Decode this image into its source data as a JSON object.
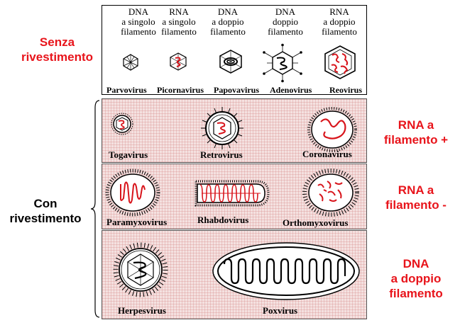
{
  "left_labels": {
    "naked": [
      "Senza",
      "rivestimento"
    ],
    "enveloped": [
      "Con",
      "rivestimento"
    ]
  },
  "right_labels": {
    "positive": [
      "RNA a",
      "filamento +"
    ],
    "negative": [
      "RNA a",
      "filamento -"
    ],
    "dsdna": [
      "DNA",
      "a doppio",
      "filamento"
    ]
  },
  "genome_types": [
    {
      "line1": "DNA",
      "line2": "a singolo",
      "line3": "filamento"
    },
    {
      "line1": "RNA",
      "line2": "a singolo",
      "line3": "filamento"
    },
    {
      "line1": "DNA",
      "line2": "a doppio",
      "line3": "filamento"
    },
    {
      "line1": "DNA",
      "line2": "doppio",
      "line3": "filamento"
    },
    {
      "line1": "RNA",
      "line2": "a doppio",
      "line3": "filamento"
    }
  ],
  "naked_viruses": [
    "Parvovirus",
    "Picornavirus",
    "Papovavirus",
    "Adenovirus",
    "Reovirus"
  ],
  "enveloped_rows": [
    [
      "Togavirus",
      "Retrovirus",
      "Coronavirus"
    ],
    [
      "Paramyxovirus",
      "Rhabdovirus",
      "Orthomyxovirus"
    ],
    [
      "Herpesvirus",
      "Poxvirus"
    ]
  ],
  "colors": {
    "label_red": "#e8141b",
    "rna_red": "#d8141b",
    "band_pink": "#f4e1e0"
  }
}
